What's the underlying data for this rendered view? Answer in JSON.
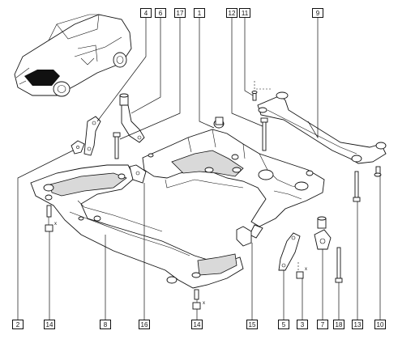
{
  "callouts": {
    "c4": "4",
    "c6": "6",
    "c17": "17",
    "c1": "1",
    "c12": "12",
    "c11": "11",
    "c9": "9",
    "c2": "2",
    "c14a": "14",
    "c8": "8",
    "c16": "16",
    "c14b": "14",
    "c15": "15",
    "c5": "5",
    "c3": "3",
    "c7": "7",
    "c18": "18",
    "c13": "13",
    "c10": "10"
  },
  "marks": {
    "x": "x"
  }
}
